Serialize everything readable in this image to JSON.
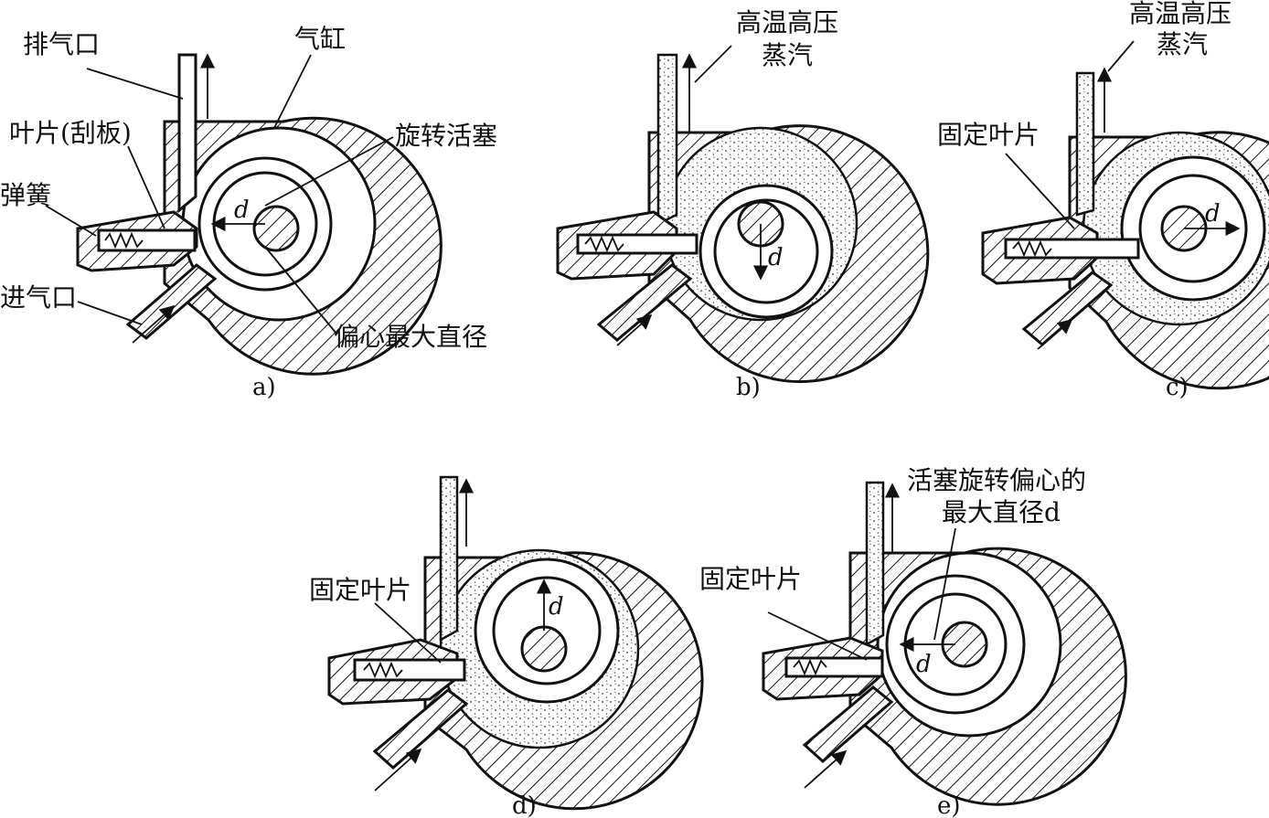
{
  "labels": {
    "exhaust_port": "排气口",
    "cylinder": "气缸",
    "vane": "叶片(刮板)",
    "rotating_piston": "旋转活塞",
    "spring": "弹簧",
    "intake_port": "进气口",
    "eccentric_max_diameter": "偏心最大直径",
    "hot_steam_line1": "高温高压",
    "hot_steam_line2": "蒸汽",
    "fixed_vane": "固定叶片",
    "piston_eccentric_line1": "活塞旋转偏心的",
    "piston_eccentric_line2": "最大直径d",
    "d": "d"
  },
  "captions": [
    "a)",
    "b)",
    "c)",
    "d)",
    "e)"
  ],
  "colors": {
    "ink": "#111111",
    "background": "#ffffff"
  }
}
